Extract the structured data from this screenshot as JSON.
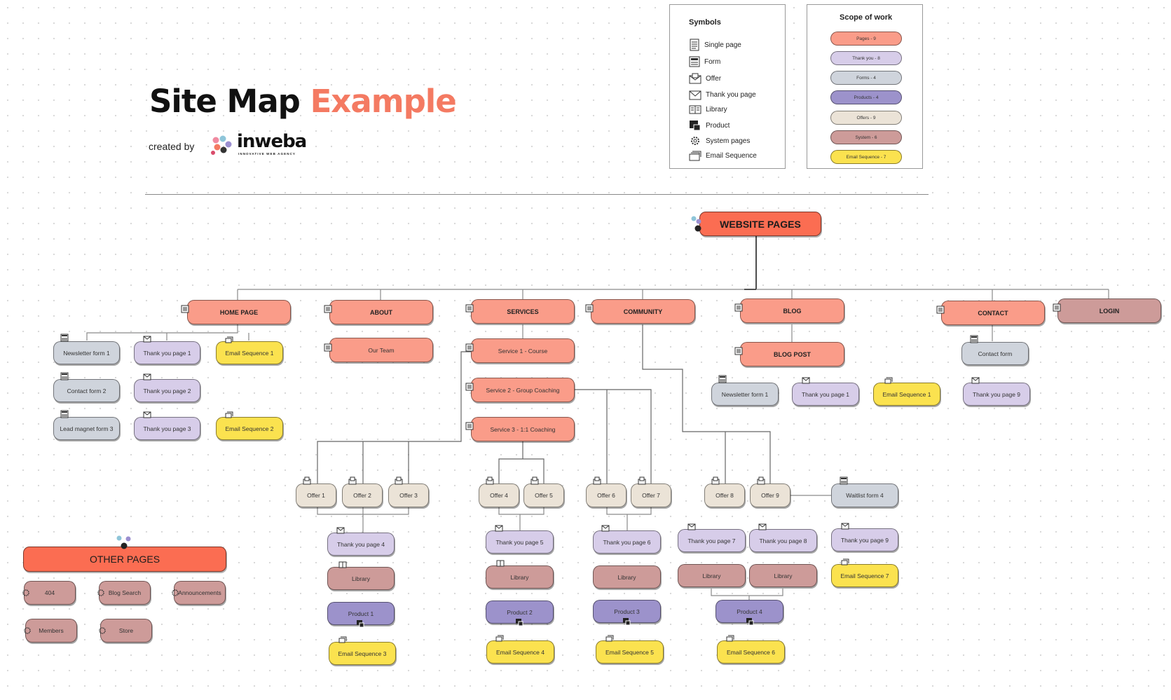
{
  "header": {
    "title_main": "Site Map",
    "title_accent": "Example",
    "created_by": "created by",
    "brand_name": "inweba",
    "brand_tagline": "INNOVATIVE WEB AGENCY"
  },
  "symbols": {
    "title": "Symbols",
    "items": [
      "Single page",
      "Form",
      "Offer",
      "Thank you page",
      "Library",
      "Product",
      "System pages",
      "Email Sequence"
    ]
  },
  "scope": {
    "title": "Scope of work",
    "items": [
      "Pages - 9",
      "Thank you - 8",
      "Forms - 4",
      "Products - 4",
      "Offers - 9",
      "System - 6",
      "Email Sequence - 7"
    ]
  },
  "colors": {
    "page": "#fa9c89",
    "thank_you": "#d7cde9",
    "form": "#cfd4dc",
    "offer": "#ebe3d7",
    "system": "#cd9b99",
    "product": "#9c92cb",
    "email": "#fbe24f",
    "headline": "#fb6d52",
    "accent_text": "#f47a62"
  },
  "root": {
    "label": "WEBSITE PAGES"
  },
  "other_pages": {
    "label": "OTHER PAGES"
  },
  "nodes": {
    "home": "HOME PAGE",
    "about": "ABOUT",
    "services": "SERVICES",
    "community": "COMMUNITY",
    "blog": "BLOG",
    "contact": "CONTACT",
    "login": "LOGIN",
    "newsletter1": "Newsletter form 1",
    "contact2": "Contact form 2",
    "leadmagnet3": "Lead magnet form 3",
    "ty1": "Thank you page 1",
    "ty2": "Thank you page 2",
    "ty3": "Thank you page 3",
    "email1": "Email Sequence 1",
    "email2": "Email Sequence 2",
    "ourteam": "Our Team",
    "svc1": "Service 1 - Course",
    "svc2": "Service 2 - Group Coaching",
    "svc3": "Service 3 - 1:1 Coaching",
    "blogpost": "BLOG POST",
    "blog_newsletter1": "Newsletter form 1",
    "blog_ty1": "Thank you page 1",
    "blog_email1": "Email Sequence 1",
    "contactform": "Contact form",
    "ty9_contact": "Thank you page 9",
    "offer1": "Offer 1",
    "offer2": "Offer 2",
    "offer3": "Offer 3",
    "offer4": "Offer 4",
    "offer5": "Offer 5",
    "offer6": "Offer 6",
    "offer7": "Offer 7",
    "offer8": "Offer 8",
    "offer9": "Offer 9",
    "waitlist4": "Waitlist form 4",
    "ty4": "Thank you page 4",
    "ty5": "Thank you page 5",
    "ty6": "Thank you page 6",
    "ty7": "Thank you page 7",
    "ty8": "Thank you page 8",
    "ty9": "Thank you page 9",
    "lib_a": "Library",
    "lib_b": "Library",
    "lib_c": "Library",
    "lib_d": "Library",
    "lib_e": "Library",
    "prod1": "Product 1",
    "prod2": "Product 2",
    "prod3": "Product 3",
    "prod4": "Product 4",
    "email3": "Email Sequence 3",
    "email4": "Email Sequence 4",
    "email5": "Email Sequence 5",
    "email6": "Email Sequence 6",
    "email7": "Email Sequence 7",
    "p404": "404",
    "blogsearch": "Blog Search",
    "announcements": "Announcements",
    "members": "Members",
    "store": "Store"
  }
}
